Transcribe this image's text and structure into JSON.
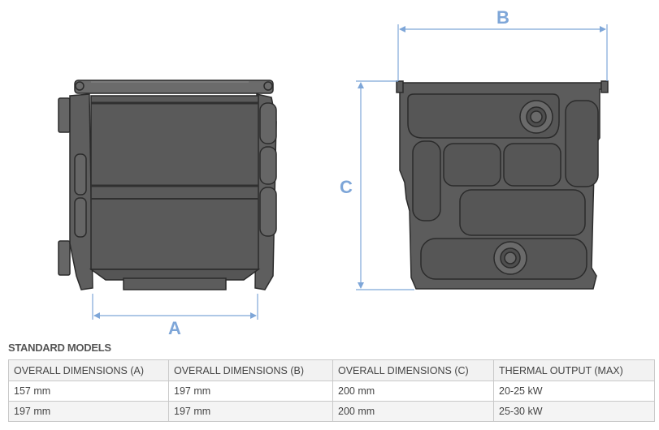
{
  "dimension_labels": {
    "a": "A",
    "b": "B",
    "c": "C"
  },
  "colors": {
    "dimension_line": "#7ea6d8",
    "unit_fill": "#5a5a5a",
    "unit_outline": "#2b2b2b",
    "table_border": "#c9c9c9"
  },
  "section_title": "STANDARD MODELS",
  "table": {
    "headers": [
      "OVERALL DIMENSIONS (A)",
      "OVERALL DIMENSIONS (B)",
      "OVERALL DIMENSIONS (C)",
      "THERMAL OUTPUT (MAX)"
    ],
    "rows": [
      [
        "157 mm",
        "197 mm",
        "200 mm",
        "20-25 kW"
      ],
      [
        "197 mm",
        "197 mm",
        "200 mm",
        "25-30 kW"
      ]
    ]
  }
}
